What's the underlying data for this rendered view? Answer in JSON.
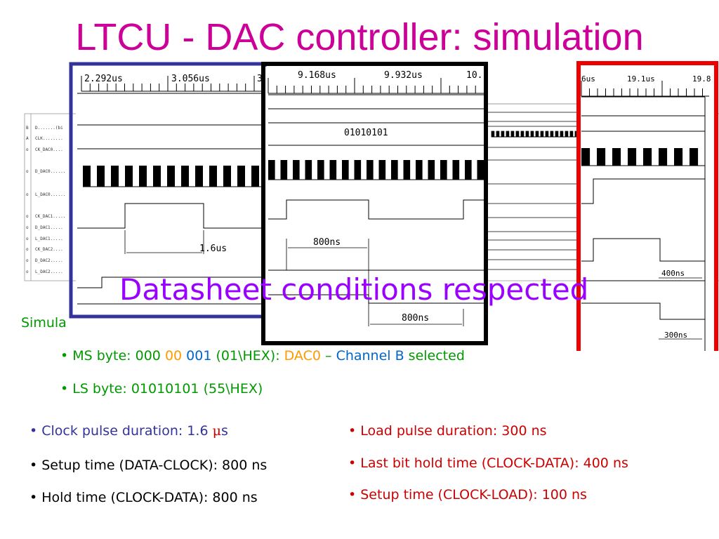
{
  "title": "LTCU - DAC controller: simulation",
  "background_signals": [
    "D.......(bi",
    "CLK........",
    "CK_DAC0....",
    "D_DAC0......",
    "L_DAC0......",
    "CK_DAC1.....",
    "D_DAC1.....",
    "L_DAC1.....",
    "CK_DAC2....",
    "D_DAC2.....",
    "L_DAC2....."
  ],
  "background_prefixes": [
    "B",
    "A",
    "o",
    "o",
    "o",
    "o",
    "o",
    "o",
    "o",
    "o",
    "o"
  ],
  "panel_left": {
    "ticks": [
      "2.292us",
      "3.056us",
      "3"
    ],
    "measure": "1.6us",
    "border_color": "#333399"
  },
  "panel_mid": {
    "ticks": [
      "9.168us",
      "9.932us",
      "10."
    ],
    "bus_value": "01010101",
    "measure_setup": "800ns",
    "measure_hold": "800ns",
    "border_color": "#000000"
  },
  "panel_right": {
    "ticks": [
      "6us",
      "19.1us",
      "19.8"
    ],
    "measure_hold": "400ns",
    "measure_load": "300ns",
    "border_color": "#ee0000"
  },
  "overlay_text": "Datasheet conditions respected",
  "simulation_label": "Simula",
  "ms_byte": {
    "prefix": "• MS byte: 000 ",
    "part_orange": "00",
    "part_blue": " 001",
    "part_hex": " (01\\HEX): ",
    "part_dac": "DAC0",
    "part_dash": "  – ",
    "part_channel": "Channel B",
    "part_selected": " selected"
  },
  "ls_byte": "• LS byte: 01010101   (55\\HEX)",
  "left_bullets": [
    {
      "prefix": "• ",
      "text": "Clock pulse duration: 1.6 ",
      "unit_mu": "μ",
      "unit_s": "s"
    },
    {
      "text": "• Setup time (DATA-CLOCK): 800 ns"
    },
    {
      "text": "• Hold time (CLOCK-DATA): 800 ns"
    }
  ],
  "right_bullets": [
    "• Load pulse duration: 300 ns",
    "• Last bit hold time (CLOCK-DATA): 400 ns",
    "• Setup time (CLOCK-LOAD): 100 ns"
  ],
  "colors": {
    "title": "#cc0099",
    "overlay": "#9900ff",
    "green": "#009900",
    "orange": "#ff9900",
    "blue": "#0066cc",
    "navy": "#333399",
    "red": "#cc0000",
    "black": "#000000"
  }
}
